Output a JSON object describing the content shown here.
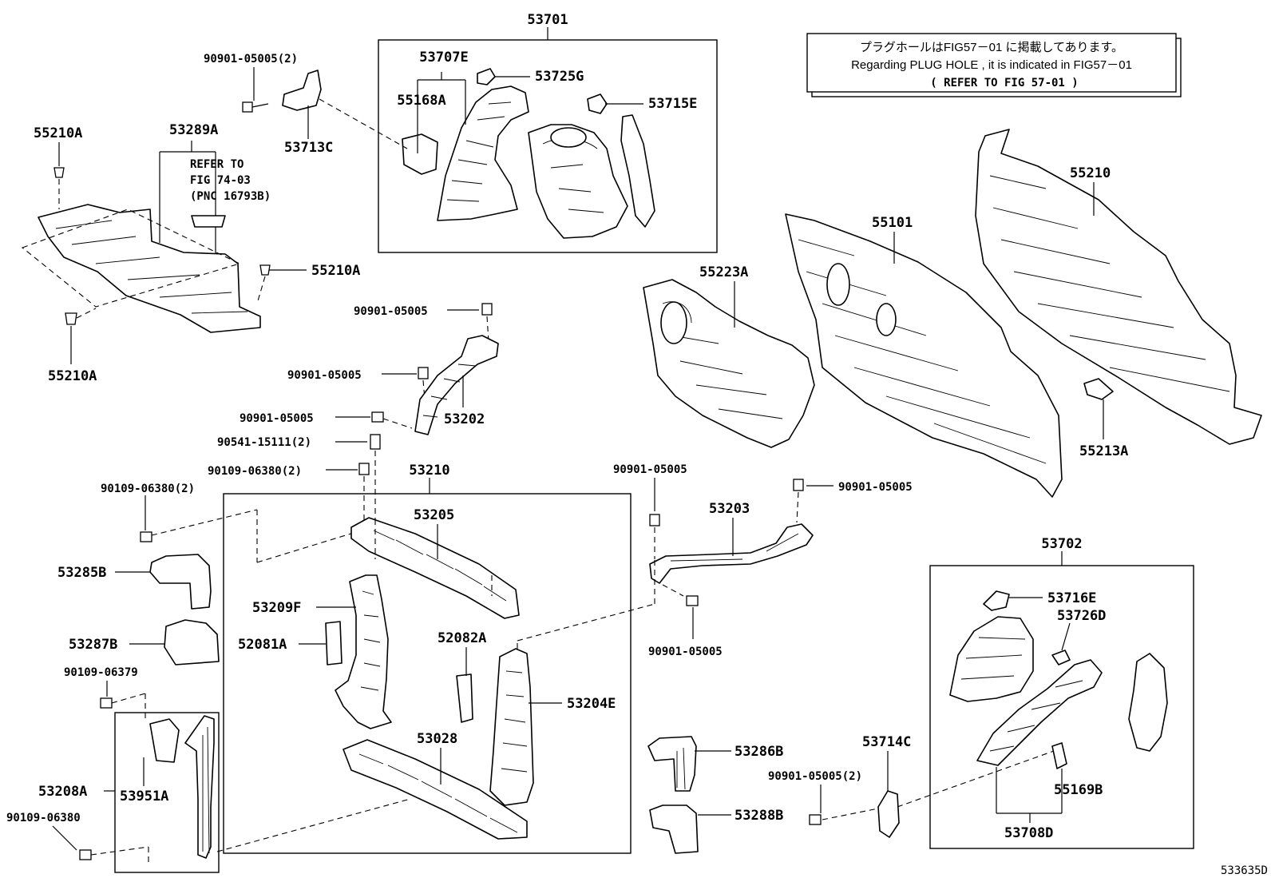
{
  "labels": {
    "p53701": "53701",
    "p53707E": "53707E",
    "p53725G": "53725G",
    "p55168A": "55168A",
    "p53715E": "53715E",
    "p90901_05005_2_top": "90901-05005(2)",
    "p53713C": "53713C",
    "p55210A_a": "55210A",
    "p53289A": "53289A",
    "p55210A_b": "55210A",
    "p55210A_c": "55210A",
    "p90901_05005_a": "90901-05005",
    "p90901_05005_b": "90901-05005",
    "p90901_05005_c": "90901-05005",
    "p53202": "53202",
    "p90541_15111_2": "90541-15111(2)",
    "p90109_06380_2_a": "90109-06380(2)",
    "p90109_06380_2_b": "90109-06380(2)",
    "p53210": "53210",
    "p53205": "53205",
    "p53285B": "53285B",
    "p53209F": "53209F",
    "p52081A": "52081A",
    "p52082A": "52082A",
    "p53287B": "53287B",
    "p90109_06379": "90109-06379",
    "p53204E": "53204E",
    "p53028": "53028",
    "p53208A": "53208A",
    "p53951A": "53951A",
    "p90109_06380": "90109-06380",
    "p55210": "55210",
    "p55101": "55101",
    "p55223A": "55223A",
    "p55213A": "55213A",
    "p90901_05005_d": "90901-05005",
    "p90901_05005_e": "90901-05005",
    "p53203": "53203",
    "p90901_05005_f": "90901-05005",
    "p53702": "53702",
    "p53716E": "53716E",
    "p53726D": "53726D",
    "p53286B": "53286B",
    "p53714C": "53714C",
    "p90901_05005_2_bot": "90901-05005(2)",
    "p55169B": "55169B",
    "p53288B": "53288B",
    "p53708D": "53708D"
  },
  "refer": {
    "line1": "REFER TO",
    "line2": "FIG 74-03",
    "line3": "(PNC 16793B)"
  },
  "note": {
    "line1": "プラグホールはFIG57－01 に掲載してあります。",
    "line2": "Regarding PLUG HOLE , it is indicated in FIG57－01",
    "line3": "(   REFER TO FIG 57-01 )"
  },
  "figure_id": "533635D"
}
